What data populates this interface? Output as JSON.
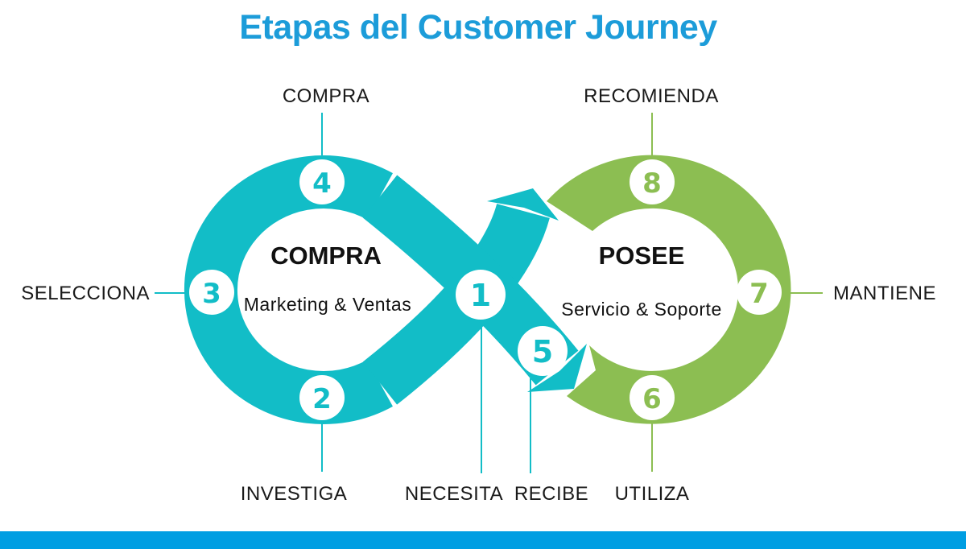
{
  "title": "Etapas del Customer Journey",
  "colors": {
    "title_color": "#1c9cd9",
    "teal": "#12bdc7",
    "green": "#8cbe52",
    "bar_color": "#009ee2",
    "label_color": "#1a1a1a"
  },
  "left_loop": {
    "name": "COMPRA",
    "subtitle": "Marketing & Ventas"
  },
  "right_loop": {
    "name": "POSEE",
    "subtitle": "Servicio & Soporte"
  },
  "steps": [
    {
      "number": "1",
      "label": "NECESITA"
    },
    {
      "number": "2",
      "label": "INVESTIGA"
    },
    {
      "number": "3",
      "label": "SELECCIONA"
    },
    {
      "number": "4",
      "label": "COMPRA"
    },
    {
      "number": "5",
      "label": "RECIBE"
    },
    {
      "number": "6",
      "label": "UTILIZA"
    },
    {
      "number": "7",
      "label": "MANTIENE"
    },
    {
      "number": "8",
      "label": "RECOMIENDA"
    }
  ]
}
